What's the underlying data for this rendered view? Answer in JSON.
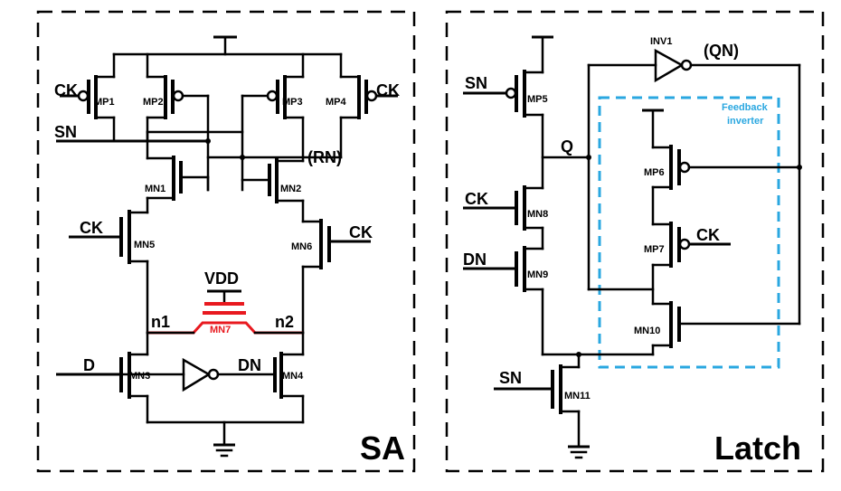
{
  "sa_block": {
    "title": "SA",
    "signals": {
      "ck_left": "CK",
      "ck_right": "CK",
      "sn": "SN",
      "rn": "(RN)",
      "ck_mn5": "CK",
      "ck_mn6": "CK",
      "vdd": "VDD",
      "n1": "n1",
      "n2": "n2",
      "d": "D",
      "dn": "DN"
    },
    "devices": {
      "mp1": "MP1",
      "mp2": "MP2",
      "mp3": "MP3",
      "mp4": "MP4",
      "mn1": "MN1",
      "mn2": "MN2",
      "mn5": "MN5",
      "mn6": "MN6",
      "mn7": "MN7",
      "mn3": "MN3",
      "mn4": "MN4"
    }
  },
  "latch_block": {
    "title": "Latch",
    "feedback_label": [
      "Feedback",
      "inverter"
    ],
    "signals": {
      "sn_top": "SN",
      "q": "Q",
      "qn": "(QN)",
      "ck": "CK",
      "dn": "DN",
      "ck_mp7": "CK",
      "sn_bottom": "SN"
    },
    "devices": {
      "inv1": "INV1",
      "mp5": "MP5",
      "mn8": "MN8",
      "mn9": "MN9",
      "mp6": "MP6",
      "mp7": "MP7",
      "mn10": "MN10",
      "mn11": "MN11"
    }
  },
  "colors": {
    "wire": "#000000",
    "highlight": "#e8191f",
    "feedback_box": "#2aa7e0",
    "background": "#ffffff"
  }
}
